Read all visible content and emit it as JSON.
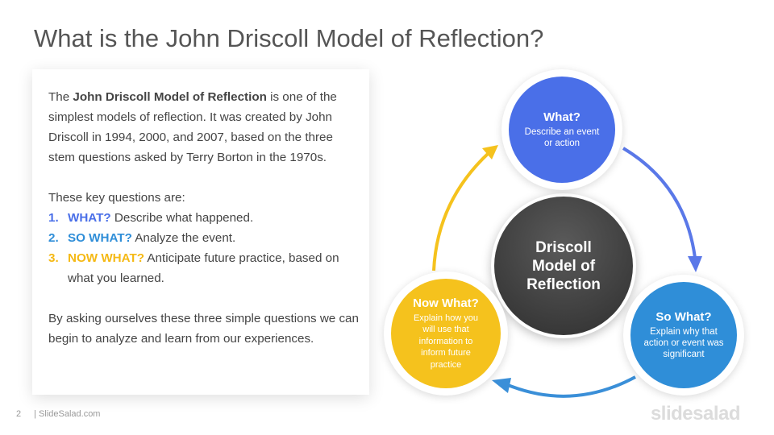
{
  "title": "What is the John Driscoll Model of Reflection?",
  "intro": {
    "pre": "The ",
    "bold": "John Driscoll Model of Reflection",
    "post": " is one of the simplest models of reflection. It was created by John Driscoll in 1994, 2000, and 2007, based on the three stem questions asked by Terry Borton in the 1970s."
  },
  "questions_intro": "These key questions are:",
  "questions": [
    {
      "num": "1.",
      "label": "WHAT?",
      "text": " Describe what happened.",
      "color": "#4a6fe8"
    },
    {
      "num": "2.",
      "label": "SO WHAT?",
      "text": " Analyze the event.",
      "color": "#2f8ed8"
    },
    {
      "num": "3.",
      "label": "NOW WHAT?",
      "text": " Anticipate future practice, based on what you learned.",
      "color": "#f5b915"
    }
  ],
  "closing": "By asking ourselves these three simple questions we can begin to analyze and learn from our experiences.",
  "diagram": {
    "center": {
      "title_line1": "Driscoll",
      "title_line2": "Model of",
      "title_line3": "Reflection"
    },
    "what": {
      "title": "What?",
      "desc": "Describe an event or action",
      "color": "#4a6fe8"
    },
    "so_what": {
      "title": "So What?",
      "desc": "Explain why that action or event was significant",
      "color": "#2f8ed8"
    },
    "now_what": {
      "title": "Now What?",
      "desc": "Explain how you will use that information to inform future practice",
      "color": "#f5b915"
    }
  },
  "footer": {
    "page": "2",
    "site": "| SlideSalad.com"
  },
  "brand": "slidesalad"
}
